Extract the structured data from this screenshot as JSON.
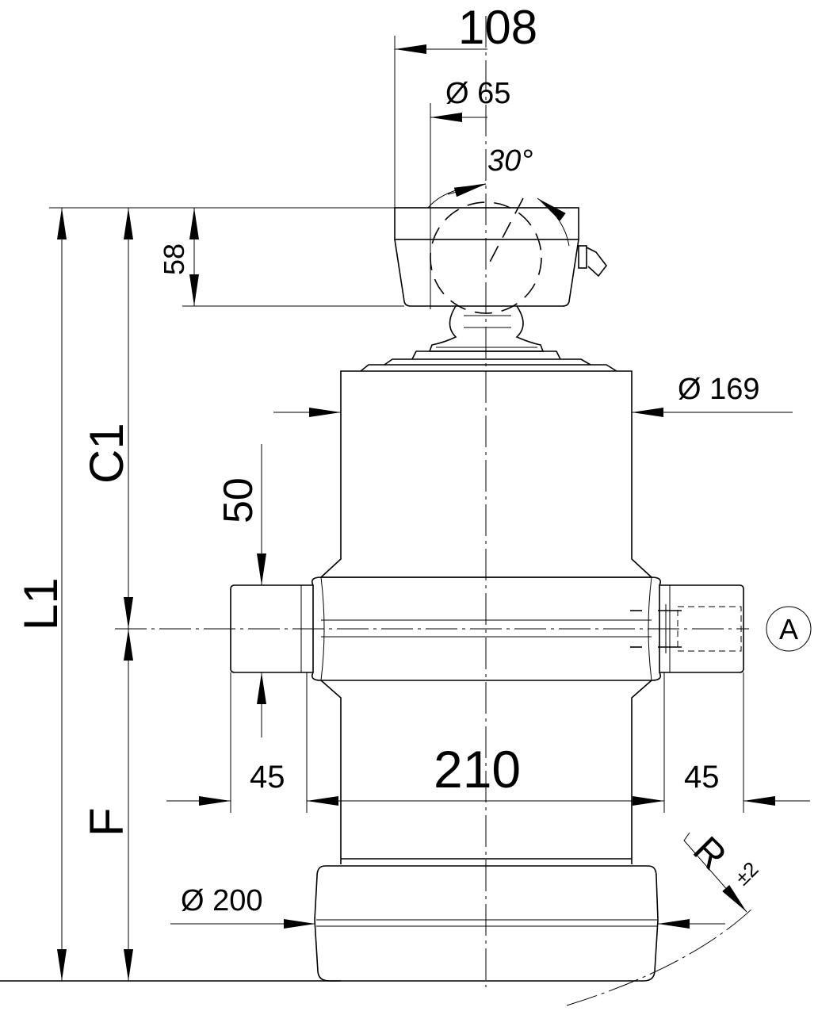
{
  "dimensions": {
    "head_offset": "108",
    "ball_diameter": "Ø 65",
    "tilt_angle": "30°",
    "head_height": "58",
    "c1": "C1",
    "l1": "L1",
    "f": "F",
    "trunnion_diameter": "50",
    "upper_diameter": "Ø 169",
    "trunnion_left_length": "45",
    "collar_width": "210",
    "trunnion_right_length": "45",
    "base_diameter": "Ø 200",
    "radius": "R",
    "radius_tolerance": "±2"
  },
  "callout": "A"
}
